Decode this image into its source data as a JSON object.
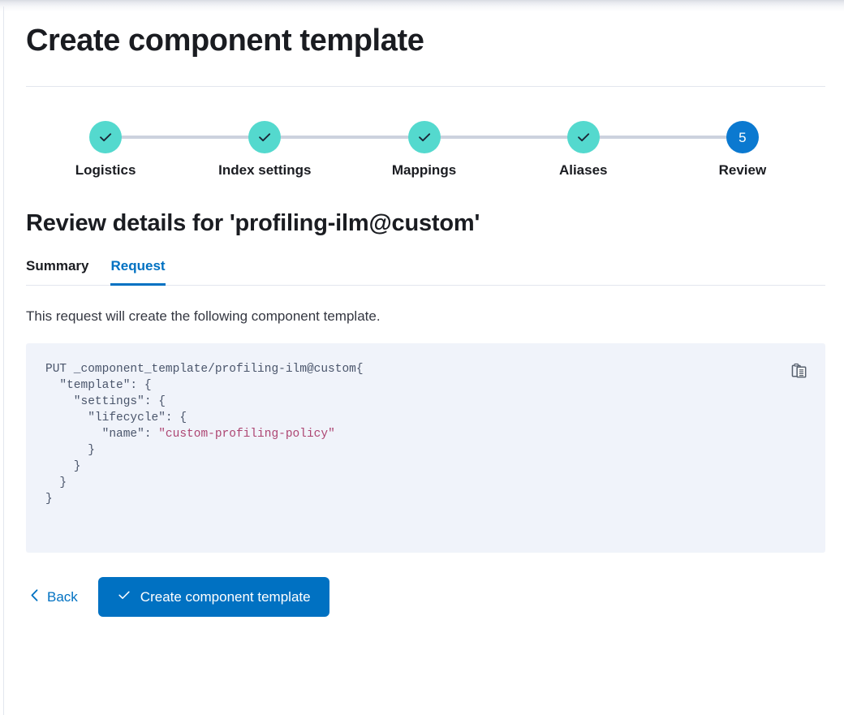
{
  "page": {
    "title": "Create component template"
  },
  "stepper": {
    "steps": [
      {
        "label": "Logistics",
        "state": "complete",
        "indicator": "check-icon"
      },
      {
        "label": "Index settings",
        "state": "complete",
        "indicator": "check-icon"
      },
      {
        "label": "Mappings",
        "state": "complete",
        "indicator": "check-icon"
      },
      {
        "label": "Aliases",
        "state": "complete",
        "indicator": "check-icon"
      },
      {
        "label": "Review",
        "state": "current",
        "indicator": "5"
      }
    ]
  },
  "review": {
    "heading": "Review details for 'profiling-ilm@custom'",
    "tabs": [
      {
        "label": "Summary",
        "active": false
      },
      {
        "label": "Request",
        "active": true
      }
    ],
    "description": "This request will create the following component template.",
    "code": {
      "request_line": "PUT _component_template/profiling-ilm@custom",
      "body_before_value": "{\n  \"template\": {\n    \"settings\": {\n      \"lifecycle\": {\n        \"name\": ",
      "string_value": "\"custom-profiling-policy\"",
      "body_after_value": "\n      }\n    }\n  }\n}",
      "copy_label": "copy-icon"
    }
  },
  "actions": {
    "back_label": "Back",
    "back_icon": "chevron-left-icon",
    "primary_label": "Create component template",
    "primary_icon": "check-icon"
  },
  "colors": {
    "accent_blue": "#0071c2",
    "step_complete": "#54d9ce",
    "step_current": "#0b79d0",
    "connector": "#ccd2de",
    "code_bg": "#f0f3fa",
    "code_text": "#4a556b",
    "code_string": "#ad4572",
    "rule": "#e3e6ee"
  }
}
